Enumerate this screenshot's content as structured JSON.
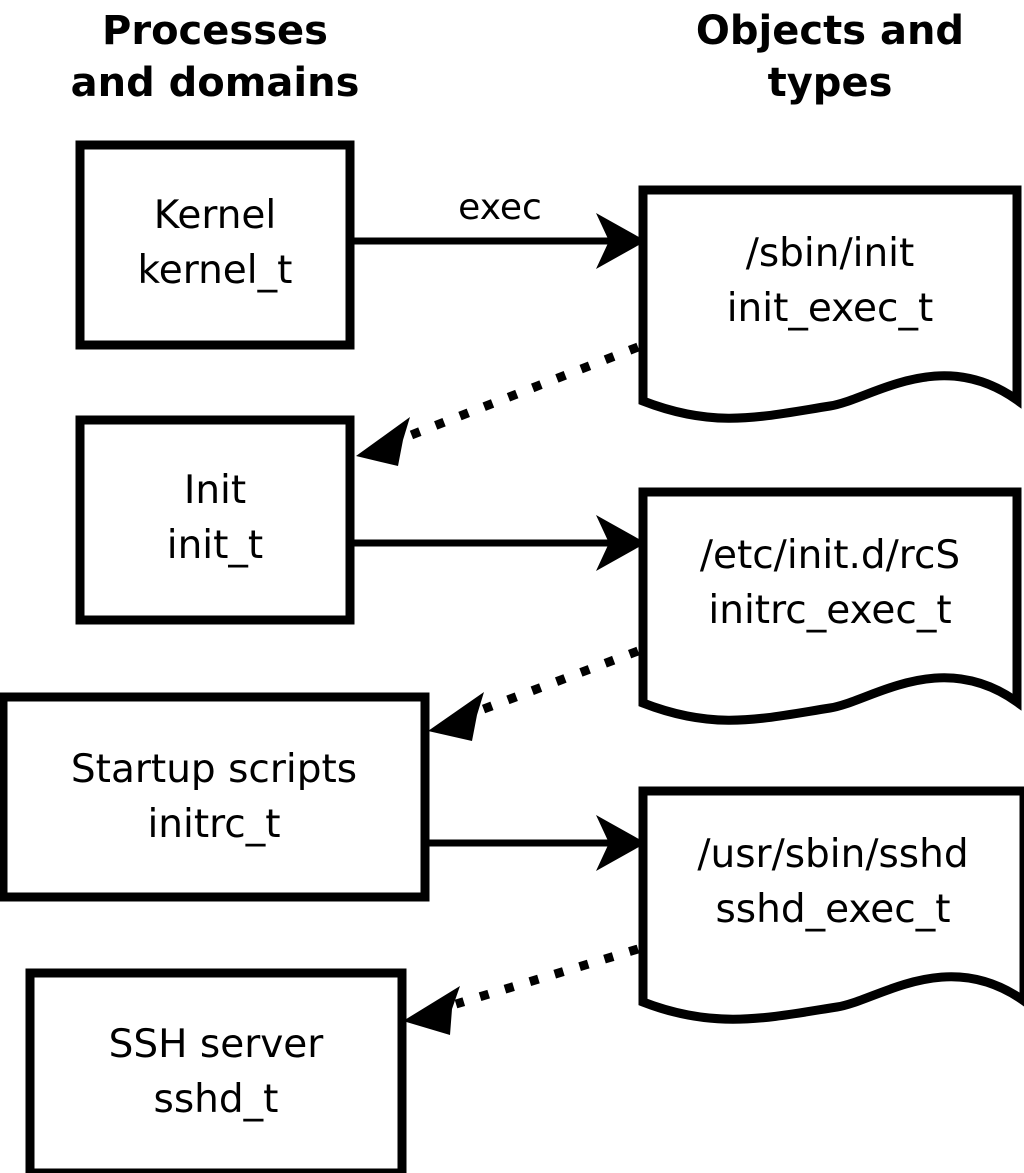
{
  "diagram": {
    "title_left": "Processes\nand domains",
    "columns": [
      {
        "id": "processes",
        "line1": "Processes",
        "line2": "and domains"
      },
      {
        "id": "objects",
        "line1": "Objects and",
        "line2": "types"
      }
    ],
    "colors": {
      "stroke": "#000000",
      "fill": "#ffffff",
      "text": "#000000"
    },
    "process_nodes": [
      {
        "id": "kernel",
        "name": "Kernel",
        "type": "kernel_t"
      },
      {
        "id": "init",
        "name": "Init",
        "type": "init_t"
      },
      {
        "id": "startup-scripts",
        "name": "Startup scripts",
        "type": "initrc_t"
      },
      {
        "id": "ssh-server",
        "name": "SSH server",
        "type": "sshd_t"
      }
    ],
    "object_nodes": [
      {
        "id": "sbin-init",
        "path": "/sbin/init",
        "type": "init_exec_t"
      },
      {
        "id": "etc-initd-rcs",
        "path": "/etc/init.d/rcS",
        "type": "initrc_exec_t"
      },
      {
        "id": "usr-sbin-sshd",
        "path": "/usr/sbin/sshd",
        "type": "sshd_exec_t"
      }
    ],
    "edges": [
      {
        "id": "kernel-exec-init",
        "from": "kernel",
        "to": "sbin-init",
        "style": "solid",
        "label": "exec"
      },
      {
        "id": "initexec-to-init",
        "from": "sbin-init",
        "to": "init",
        "style": "dotted",
        "label": ""
      },
      {
        "id": "init-exec-rcs",
        "from": "init",
        "to": "etc-initd-rcs",
        "style": "solid",
        "label": ""
      },
      {
        "id": "rcs-to-initrc",
        "from": "etc-initd-rcs",
        "to": "startup-scripts",
        "style": "dotted",
        "label": ""
      },
      {
        "id": "initrc-exec-sshd",
        "from": "startup-scripts",
        "to": "usr-sbin-sshd",
        "style": "solid",
        "label": ""
      },
      {
        "id": "sshdexec-to-sshd",
        "from": "usr-sbin-sshd",
        "to": "ssh-server",
        "style": "dotted",
        "label": ""
      }
    ]
  }
}
